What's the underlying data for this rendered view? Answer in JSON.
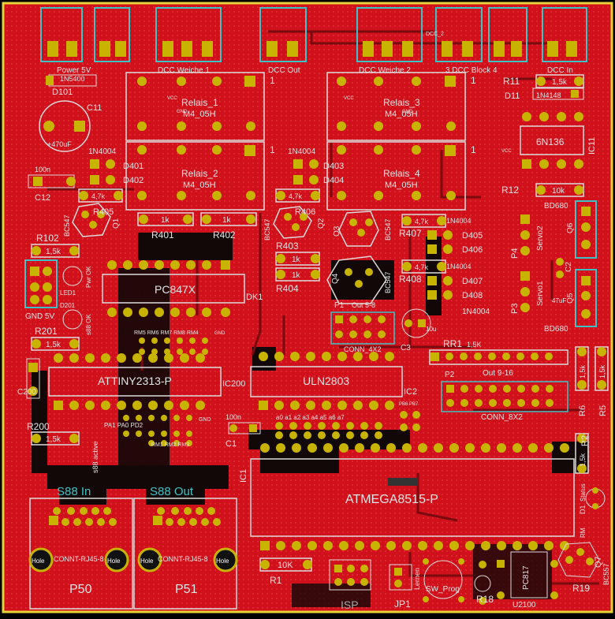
{
  "board": {
    "copper_color": "#d0101a",
    "trace_color": "#8c0a12",
    "ground_color": "#111111",
    "pad_color": "#c8b400",
    "silk_color": "#d8dcdc",
    "outline_color": "#3fc2c6",
    "edge_color": "#e8d23a"
  },
  "connectors_top": [
    {
      "id": "power",
      "label": "Power 5V"
    },
    {
      "id": "dcc-weiche-1",
      "label": "DCC Weiche 1"
    },
    {
      "id": "dcc-out",
      "label": "DCC Out"
    },
    {
      "id": "dcc-weiche-2",
      "label": "DCC Weiche 2"
    },
    {
      "id": "dcc-block-4",
      "label": "3 DCC Block 4"
    },
    {
      "id": "dcc-in",
      "label": "DCC In"
    }
  ],
  "relays": [
    {
      "name": "Relais_1",
      "type": "M4_05H"
    },
    {
      "name": "Relais_2",
      "type": "M4_05H"
    },
    {
      "name": "Relais_3",
      "type": "M4_05H"
    },
    {
      "name": "Relais_4",
      "type": "M4_05H"
    }
  ],
  "ics": {
    "pc847x": "PC847X",
    "pc847x_ref": "DK1",
    "attiny": "ATTINY2313-P",
    "attiny_ref": "IC200",
    "uln": "ULN2803",
    "uln_ref": "IC2",
    "atmega": "ATMEGA8515-P",
    "atmega_ref": "IC1",
    "opto": "6N136",
    "opto_ref": "IC11",
    "u2": "PC817",
    "u2_ref": "U2100"
  },
  "labels": {
    "u1_part": "1N5400",
    "d101": "D101",
    "c11": "C11",
    "c11_val": "+470uF",
    "vcc": "VCC",
    "gnd": "GND",
    "d401": "D401",
    "d402": "D402",
    "d403": "D403",
    "d404": "D404",
    "diode": "1N4004",
    "c12": "C12",
    "c12_val": "100n",
    "r405_val": "4,7k",
    "r405": "R405",
    "r406_val": "4,7k",
    "r406": "R406",
    "q1": "Q1",
    "q2": "Q2",
    "q3": "Q3",
    "q4": "Q4",
    "bc547": "BC547",
    "r401": "R401",
    "r402": "R402",
    "r401_val": "1k",
    "r402_val": "1k",
    "r403": "R403",
    "r404": "R404",
    "r403_val": "1k",
    "r404_val": "1k",
    "r407": "R407",
    "r408": "R408",
    "r407_val": "4,7k",
    "r408_val": "4,7k",
    "d405": "D405",
    "d406": "D406",
    "d407": "D407",
    "d408": "D408",
    "r102": "R102",
    "r102_val": "1,5k",
    "r201": "R201",
    "r201_val": "1,5k",
    "r200": "R200",
    "r200_val": "1,5k",
    "c200": "C200",
    "gnd5v": "GND 5V",
    "led1": "LED1",
    "d201": "D201",
    "power_ok": "Pwr OK",
    "s88_ok": "s88 OK",
    "s88_active": "s88 active",
    "rm_row": "RM5 RM6 RM7 RM8 RM4",
    "rm_row2": "RM1 RM2 RM3",
    "pa_row": "PA1 PA0 PD2",
    "gnd_small": "GND",
    "p1": "P1",
    "p1_label": "Out 5-8",
    "conn4": "CONN_4X2",
    "p2": "P2",
    "p2_label": "Out 9-16",
    "conn8": "CONN_8X2",
    "c3": "C3",
    "c3_val": "10u",
    "rr1": "RR1",
    "rr1_val": "1,5K",
    "r11": "R11",
    "r11_val": "1,5k",
    "d11": "D11",
    "d11_val": "1N4148",
    "r12": "R12",
    "r12_val": "10k",
    "bd680": "BD680",
    "q5": "Q5",
    "q6": "Q6",
    "p3": "P3",
    "p4": "P4",
    "servo1": "Servo1",
    "servo2": "Servo2",
    "c2": "C2",
    "c2_val": "47uF",
    "r5": "R5",
    "r6": "R6",
    "r5_val": "1,5k",
    "r6_val": "1,5k",
    "r2": "R2",
    "r2_val": "1,5k",
    "d1": "D1",
    "status": "Status",
    "c1": "C1",
    "c1_val": "100n",
    "a_pins": "a0 a1 a2 a3 a4 a5 a6 a7",
    "r1": "R1",
    "r1_val": "10K",
    "isp": "ISP",
    "jp1": "JP1",
    "jp1_label": "Lernen",
    "sw_prog": "SW_Prog",
    "r18": "R18",
    "r19": "R19",
    "q7": "Q7",
    "bc557": "BC557",
    "s88_in": "S88 In",
    "s88_out": "S88 Out",
    "p50": "P50",
    "p51": "P51",
    "rj45": "CONNT-RJ45-8",
    "hole": "Hole",
    "dcc2": "DCC_2",
    "one": "1",
    "rm_label": "RM",
    "pb": "PB6 PB7"
  }
}
